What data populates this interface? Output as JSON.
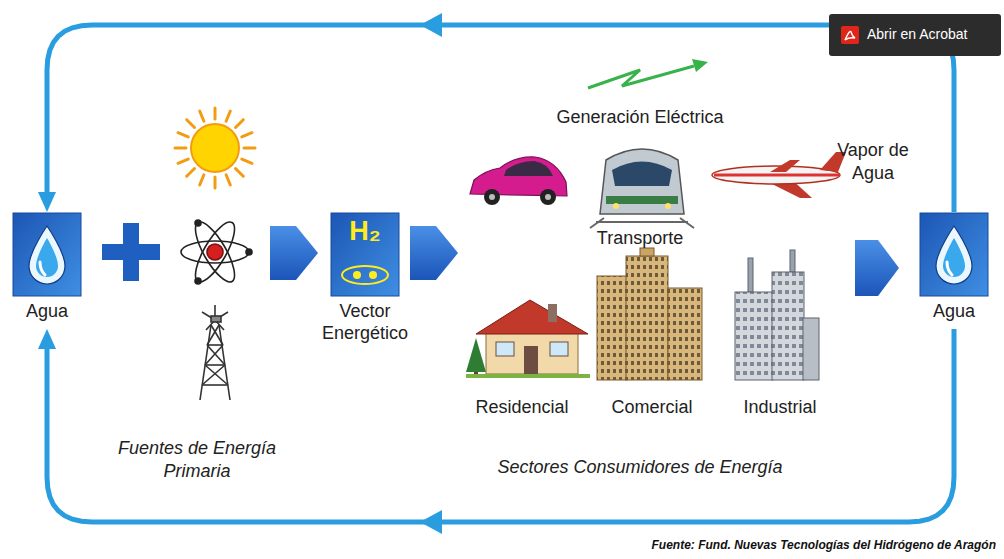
{
  "diagram": {
    "nodes": [
      {
        "text": [
          "Agua"
        ]
      },
      {
        "text": [
          "H₂",
          "Vector Energético"
        ]
      },
      {
        "text": [
          "Agua"
        ]
      }
    ],
    "edges": [
      {
        "from": 2,
        "to": 0,
        "arrow": "to"
      },
      {
        "from": 2,
        "to": 0,
        "arrow": "to"
      }
    ],
    "labels": [
      "Abrir en Acrobat",
      "Generación Eléctrica",
      "Transporte",
      "Vapor de Agua",
      "Residencial",
      "Comercial",
      "Industrial",
      "Fuentes de Energía Primaria",
      "Sectores Consumidores de Energía",
      "Fuente: Fund. Nuevas Tecnologías del Hidrógeno de Aragón"
    ]
  }
}
